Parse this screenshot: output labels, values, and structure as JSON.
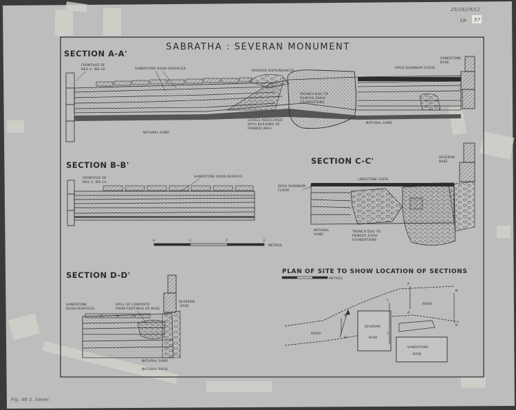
{
  "title": "SABRATHA : SEVERAN MONUMENT",
  "archive_marks": {
    "top_right": "25/16/29/12",
    "sheet_prefix": "18-",
    "sheet_number": "57",
    "bottom_left": "Fig. 46   S. Sever."
  },
  "sections": {
    "aa": {
      "heading": "SECTION A-A'",
      "labels": {
        "frontage_1": "FRONTAGE OF",
        "frontage_2": "REG.V, INS.10",
        "road_surfaces": "SANDSTONE ROAD-SURFACES",
        "disturbances": "MODERN DISTURBANCES",
        "trench_1": "TRENCH DUG TO",
        "trench_2": "REMOVE EARLY",
        "trench_3": "FOUNDATIONS",
        "opus": "OPUS SIGNINUM FLOOR",
        "base_1": "SANDSTONE",
        "base_2": "BASE",
        "levels_1": "LEVELS ASSOCIATED",
        "levels_2": "WITH BUILDING OF",
        "levels_3": "ROBBED WALL",
        "sand_left": "NATURAL SAND",
        "sand_right": "NATURAL SAND"
      }
    },
    "bb": {
      "heading": "SECTION B-B'",
      "labels": {
        "frontage_1": "FRONTAGE OF",
        "frontage_2": "REG.V, INS.10",
        "road_surface": "SANDSTONE ROAD-SURFACE"
      }
    },
    "cc": {
      "heading": "SECTION C-C'",
      "labels": {
        "base_1": "SEVERAN",
        "base_2": "BASE",
        "limestone": "LIMESTONE CHIPS",
        "opus_1": "OPUS SIGNINUM",
        "opus_2": "FLOOR",
        "sand_1": "NATURAL",
        "sand_2": "SAND",
        "trench_1": "TRENCH DUG TO",
        "trench_2": "REMOVE EARLY",
        "trench_3": "FOUNDATIONS"
      }
    },
    "dd": {
      "heading": "SECTION D-D'",
      "labels": {
        "road_1": "SANDSTONE",
        "road_2": "ROAD-SURFACES",
        "spill_1": "SPILL OF CONCRETE",
        "spill_2": "FROM FOOTINGS OF BASE",
        "base_1": "SEVERAN",
        "base_2": "BASE",
        "sand": "NATURAL SAND",
        "rock": "NATURAL ROCK"
      }
    }
  },
  "scale": {
    "ticks": [
      "0",
      "1",
      "2",
      "3"
    ],
    "unit": "METRES"
  },
  "plan": {
    "heading": "PLAN OF SITE TO SHOW LOCATION OF SECTIONS",
    "scale_unit": "METRES",
    "road_top": "ROAD",
    "road_left": "ROAD",
    "severan_1": "SEVERAN",
    "severan_2": "BASE",
    "sandstone_1": "SANDSTONE",
    "sandstone_2": "BASE",
    "markers": {
      "a": "A",
      "b": "B",
      "c": "C",
      "d": "D",
      "a2": "A'",
      "b2": "B'",
      "c2": "C'",
      "d2": "D'"
    }
  },
  "colors": {
    "paper": "#bdbdbd",
    "ink": "#2b2b2b",
    "tape": "#d2d2cc",
    "background": "#3a3a3a"
  }
}
